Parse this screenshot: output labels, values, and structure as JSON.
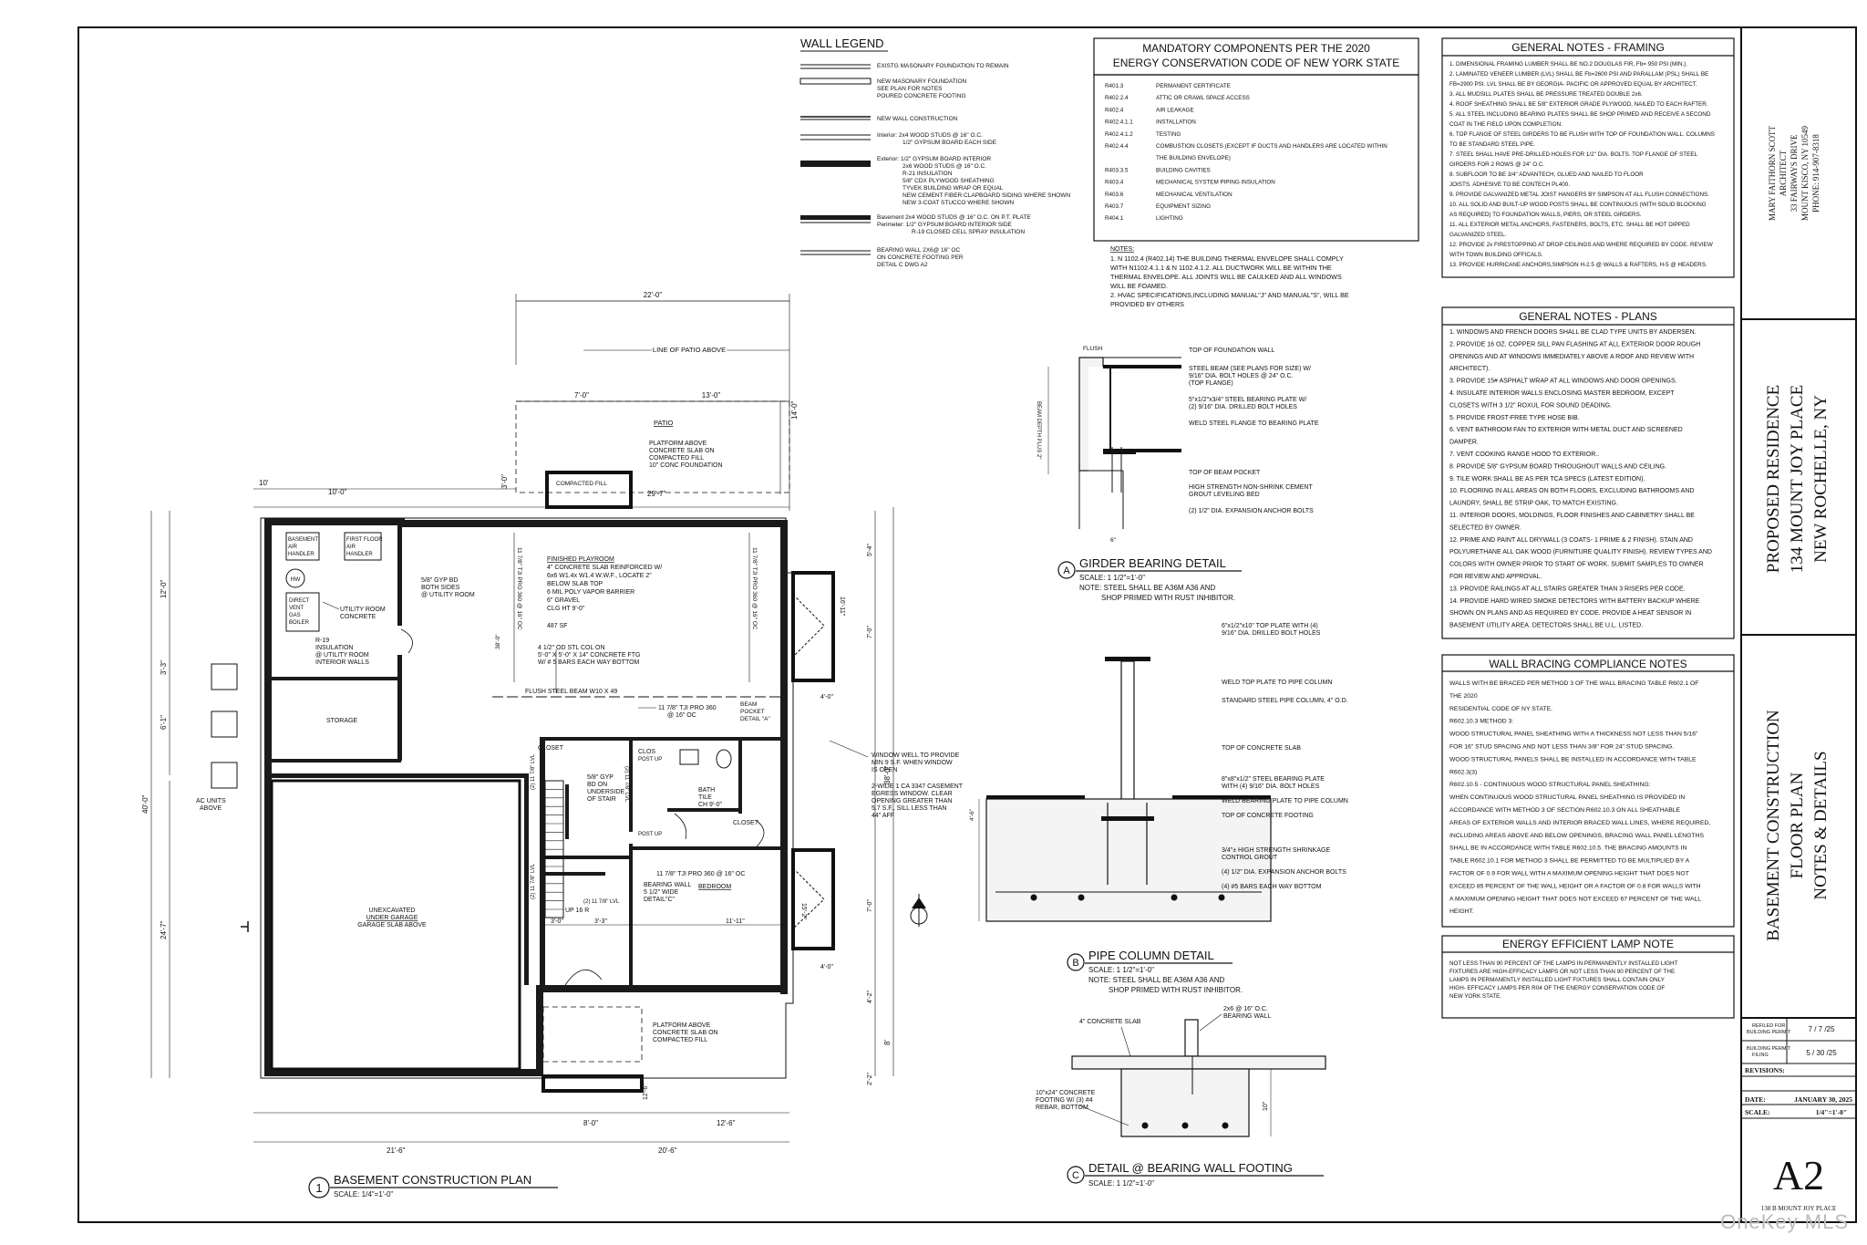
{
  "wall_legend": {
    "title": "WALL LEGEND",
    "items": [
      {
        "lines": [
          "EXISTG MASONARY FOUNDATION TO REMAIN"
        ]
      },
      {
        "lines": [
          "NEW MASONARY FOUNDATION",
          "SEE PLAN FOR NOTES",
          "POURED CONCRETE FOOTING"
        ]
      },
      {
        "lines": [
          "NEW WALL CONSTRUCTION"
        ]
      },
      {
        "lines": [
          "Interior:  2x4 WOOD STUDS @ 16\" O.C.",
          "1/2\" GYPSUM BOARD EACH SIDE"
        ]
      },
      {
        "lines": [
          "Exterior:  1/2\" GYPSUM BOARD INTERIOR",
          "2x6 WOOD STUDS @ 16\" O.C.",
          "R-21 INSULATION",
          "5/8\" CDX PLYWOOD SHEATHING",
          "TYVEK BUILDING WRAP OR EQUAL",
          "NEW CEMENT FIBER CLAPBOARD SIDING WHERE SHOWN",
          "NEW 3-COAT STUCCO WHERE SHOWN"
        ]
      },
      {
        "lines": [
          "Basement  2x4 WOOD STUDS @ 16\" O.C. ON P.T. PLATE",
          "Perimeter:  1/2\" GYPSUM BOARD INTERIOR SIDE",
          "R-19 CLOSED CELL SPRAY INSULATION"
        ]
      },
      {
        "lines": [
          "BEARING WALL 2X6@ 16\" OC",
          "ON CONCRETE FOOTING PER",
          "DETAIL C DWG A2"
        ]
      }
    ]
  },
  "mandatory": {
    "title_1": "MANDATORY COMPONENTS PER THE 2020",
    "title_2": "ENERGY CONSERVATION CODE OF NEW YORK STATE",
    "rows": [
      {
        "code": "R401.3",
        "desc": "PERMANENT CERTIFICATE"
      },
      {
        "code": "R402.2.4",
        "desc": "ATTIC OR CRAWL SPACE ACCESS"
      },
      {
        "code": "R402.4",
        "desc": "AIR LEAKAGE"
      },
      {
        "code": "R402.4.1.1",
        "desc": "INSTALLATION"
      },
      {
        "code": "R402.4.1.2",
        "desc": "TESTING"
      },
      {
        "code": "R402.4.4",
        "desc": "COMBUSTION CLOSETS (EXCEPT IF DUCTS AND HANDLERS ARE LOCATED WITHIN"
      },
      {
        "code": "",
        "desc": "THE BUILDING ENVELOPE)"
      },
      {
        "code": "R403.3.5",
        "desc": "BUILDING CAVITIES"
      },
      {
        "code": "R403.4",
        "desc": "MECHANICAL SYSTEM PIPING INSULATION"
      },
      {
        "code": "R403.6",
        "desc": "MECHANICAL VENTILATION"
      },
      {
        "code": "R403.7",
        "desc": "EQUIPMENT SIZING"
      },
      {
        "code": "R404.1",
        "desc": "LIGHTING"
      }
    ],
    "notes_label": "NOTES:",
    "notes": [
      "1. N 1102.4 (R402.14) THE BUILDING THERMAL ENVELOPE SHALL COMPLY",
      "WITH N1102.4.1.1 & N 1102.4.1.2. ALL DUCTWORK WILL BE WITHIN THE",
      "THERMAL ENVELOPE. ALL JOINTS WILL BE CAULKED AND ALL WINDOWS",
      "WILL BE FOAMED.",
      "2. HVAC SPECIFICATIONS,INCLUDING MANUAL\"J\" AND MANUAL\"S\", WILL BE",
      "PROVIDED BY OTHERS"
    ]
  },
  "notes_framing": {
    "title": "GENERAL NOTES - FRAMING",
    "lines": [
      "1. DIMENSIONAL FRAMING LUMBER SHALL BE NO.2 DOUGLAS FIR, Fb= 950 PSI (MIN.).",
      "2. LAMINATED VENEER LUMBER (LVL) SHALL BE Fb=2600 PSI AND PARALLAM (PSL) SHALL BE",
      "FB=2900 PSI. LVL SHALL BE BY GEORGIA- PACIFIC OR APPROVED EQUAL BY ARCHITECT.",
      "3. ALL MUDSILL PLATES SHALL BE PRESSURE TREATED DOUBLE 2x6.",
      "4. ROOF SHEATHING SHALL BE 5/8\" EXTERIOR GRADE PLYWOOD, NAILED TO EACH RAFTER.",
      "5. ALL STEEL INCLUDING BEARING PLATES SHALL BE SHOP PRIMED AND RECEIVE A SECOND",
      "COAT IN THE FIELD UPON COMPLETION.",
      "6. TOP FLANGE OF STEEL GIRDERS TO BE FLUSH WITH TOP OF FOUNDATION WALL. COLUMNS",
      "TO BE STANDARD STEEL PIPE.",
      "7. STEEL SHALL HAVE PRE-DRILLED HOLES FOR 1/2\" DIA. BOLTS. TOP FLANGE OF STEEL",
      "GIRDERS FOR 2 ROWS @ 24\" O.C.",
      "8. SUBFLOOR TO BE 3/4\" ADVANTECH, GLUED AND NAILED TO FLOOR",
      "JOISTS. ADHESIVE TO BE CONTECH PL400.",
      "9. PROVIDE GALVANIZED METAL JOIST HANGERS BY SIMPSON AT ALL FLUSH CONNECTIONS.",
      "10. ALL SOLID AND BUILT-UP WOOD POSTS SHALL BE CONTINUOUS (WITH SOLID BLOCKING",
      "AS  REQUIRED) TO FOUNDATION WALLS, PIERS, OR STEEL GIRDERS.",
      "11. ALL EXTERIOR METAL ANCHORS, FASTENERS,  BOLTS, ETC.  SHALL BE HOT DIPPED",
      "GALVANIZED STEEL.",
      "12. PROVIDE 2x FIRESTOPPING AT DROP CEILINGS AND WHERE REQUIRED BY CODE. REVIEW",
      "WITH TOWN BUILDING OFFICALS.",
      "13. PROVIDE HURRICANE ANCHORS,SIMPSON H-2.5 @ WALLS & RAFTERS, H-5 @ HEADERS."
    ]
  },
  "notes_plans": {
    "title": "GENERAL NOTES - PLANS",
    "lines": [
      "1. WINDOWS AND FRENCH DOORS SHALL BE CLAD TYPE UNITS BY ANDERSEN.",
      "2. PROVIDE 16 OZ. COPPER SILL PAN FLASHING AT ALL EXTERIOR DOOR ROUGH",
      "OPENINGS AND AT WINDOWS IMMEDIATELY ABOVE A ROOF AND REVIEW WITH",
      "ARCHITECT).",
      "3. PROVIDE 15# ASPHALT WRAP AT ALL WINDOWS AND DOOR OPENINGS.",
      "4. INSULATE INTERIOR WALLS ENCLOSING MASTER BEDROOM, EXCEPT",
      "CLOSETS WITH 3 1/2\" ROXUL FOR SOUND DEADING.",
      "5. PROVIDE FROST-FREE TYPE HOSE BIB.",
      "6. VENT BATHROOM FAN TO EXTERIOR WITH  METAL DUCT AND SCREENED",
      "DAMPER.",
      "7. VENT COOKING RANGE HOOD TO EXTERIOR..",
      "8. PROVIDE 5/8\" GYPSUM BOARD THROUGHOUT WALLS AND CEILING.",
      "9. TILE WORK SHALL BE AS PER TCA SPECS (LATEST EDITION).",
      "10. FLOORING IN ALL AREAS ON BOTH FLOORS, EXCLUDING BATHROOMS AND",
      "LAUNDRY, SHALL BE STRIP OAK, TO MATCH EXISTING.",
      "11. INTERIOR DOORS, MOLDINGS, FLOOR FINISHES AND CABINETRY SHALL BE",
      "SELECTED BY OWNER.",
      "12. PRIME AND PAINT ALL DRYWALL (3 COATS- 1 PRIME & 2 FINISH). STAIN AND",
      "POLYURETHANE ALL OAK WOOD (FURNITURE QUALITY FINISH). REVIEW TYPES AND",
      "COLORS WITH OWNER PRIOR TO START OF WORK. SUBMIT SAMPLES TO OWNER",
      "FOR REVIEW AND APPROVAL.",
      "13. PROVIDE RAILINGS AT ALL STAIRS GREATER THAN 3 RISERS PER CODE.",
      "14. PROVIDE HARD WIRED SMOKE DETECTORS WITH BATTERY BACKUP WHERE",
      "SHOWN ON PLANS AND AS REQUIRED BY CODE. PROVIDE A HEAT SENSOR IN",
      "BASEMENT UTILITY AREA. DETECTORS SHALL BE U.L. LISTED."
    ]
  },
  "wall_bracing": {
    "title": "WALL BRACING COMPLIANCE NOTES",
    "lines": [
      "WALLS WITH BE BRACED PER METHOD 3 OF THE WALL BRACING TABLE R602.1 OF",
      "THE 2020",
      "RESIDENTIAL CODE OF NY STATE.",
      "R602.10.3 METHOD 3:",
      "WOOD STRUCTURAL PANEL SHEATHING WITH A THICKNESS NOT LESS THAN 5/16\"",
      "FOR 16\" STUD SPACING AND NOT LESS THAN 3/8\" FOR 24\" STUD SPACING.",
      "WOOD STRUCTURAL PANELS SHALL BE INSTALLED IN ACCORDANCE WITH TABLE",
      "R602.3(3)",
      "R602.10.5 - CONTINUOUS WOOD STRUCTURAL PANEL SHEATHING:",
      "WHEN CONTINUOUS WOOD STRUCTURAL PANEL SHEATHING IS PROVIDED IN",
      "ACCORDANCE WITH METHOD 3 OF SECTION R602.10.3 ON ALL SHEATHABLE",
      "AREAS OF EXTERIOR WALLS AND INTERIOR BRACED WALL LINES, WHERE REQUIRED,",
      "INCLUDING AREAS ABOVE AND BELOW OPENINGS, BRACING WALL PANEL LENGTHS",
      "SHALL BE IN ACCORDANCE WITH TABLE R602.10.5.  THE BRACING AMOUNTS IN",
      "TABLE R602.10.1 FOR METHOD 3 SHALL BE PERMITTED TO BE MULTIPLIED BY A",
      "FACTOR OF 0.9 FOR WALL WITH A MAXIMUM OPENING HEIGHT THAT DOES NOT",
      "EXCEED 85 PERCENT OF THE WALL HEIGHT OR A FACTOR OF 0.8 FOR WALLS WITH",
      "A MAXIMUM OPENING HEIGHT THAT DOES NOT EXCEED 67 PERCENT OF THE WALL",
      "HEIGHT."
    ]
  },
  "energy_lamp": {
    "title": "ENERGY EFFICIENT LAMP NOTE",
    "lines": [
      "NOT LESS THAN 90 PERCENT OF THE LAMPS IN PERMANENTLY INSTALLED LIGHT",
      "FIXTURES ARE HIGH-EFFICACY LAMPS OR NOT LESS THAN 90 PERCENT OF THE",
      "LAMPS IN PERMANENTLY INSTALLED LIGHT FIXTURES SHALL CONTAIN ONLY",
      "HIGH- EFFICACY LAMPS PER R04 OF THE ENERGY CONSERVATION CODE OF",
      "NEW YORK STATE."
    ]
  },
  "architect": {
    "lines": [
      "MARY FAITHORN SCOTT",
      "ARCHITECT",
      "33 FAIRWAYS DRIVE",
      "MOUNT KISCO, NY 10549",
      "PHONE: 914-907-8318"
    ]
  },
  "project": {
    "lines": [
      "PROPOSED RESIDENCE",
      "134 MOUNT JOY PLACE",
      "NEW ROCHELLE, NY"
    ]
  },
  "sheet_title": {
    "lines": [
      "BASEMENT CONSTRUCTION",
      "FLOOR PLAN",
      "NOTES & DETAILS"
    ]
  },
  "title_block": {
    "refiled_label_1": "REFILED FOR",
    "refiled_label_2": "BUILDING PERMIT",
    "refiled_date": "7 / 7 /25",
    "filing_label_1": "BUILDING PERMIT",
    "filing_label_2": "FILING",
    "filing_date": "5 / 30 /25",
    "revisions": "REVISIONS:",
    "date_label": "DATE:",
    "date_value": "JANUARY 30, 2025",
    "scale_label": "SCALE:",
    "scale_value": "1/4\"=1'-0\"",
    "sheet_no": "A2",
    "sheet_caption": "138 B MOUNT JOY PLACE"
  },
  "plan": {
    "title": "BASEMENT CONSTRUCTION PLAN",
    "number": "1",
    "scale": "SCALE: 1/4\"=1'-0\"",
    "rooms": {
      "playroom_1": "FINISHED PLAYROOM",
      "playroom_2": "4\" CONCRETE SLAB REINFORCED W/",
      "playroom_3": "6x6 W1.4x W1.4 W.W.F., LOCATE 2\"",
      "playroom_4": "BELOW SLAB TOP",
      "playroom_5": "6 MIL POLY VAPOR BARRIER",
      "playroom_6": "6\" GRAVEL",
      "playroom_7": "CLG HT 9'-0\"",
      "playroom_area": "487 SF",
      "utility_1": "UTILITY ROOM",
      "utility_2": "CONCRETE",
      "storage": "STORAGE",
      "garage_1": "UNEXCAVATED",
      "garage_2": "UNDER GARAGE",
      "garage_3": "GARAGE SLAB ABOVE",
      "bedroom": "BEDROOM",
      "bath_1": "BATH",
      "bath_2": "TILE",
      "bath_3": "CH 9'-0\"",
      "closet_1": "CLOSET",
      "closet_2": "CLOSET",
      "clos": "CLOS",
      "patio": "PATIO",
      "compacted": "COMPACTED FILL"
    },
    "equipment": {
      "bah_1": "BASEMENT",
      "bah_2": "AIR",
      "bah_3": "HANDLER",
      "ffah_1": "FIRST FLOOR",
      "ffah_2": "AIR",
      "ffah_3": "HANDLER",
      "hw": "HW",
      "boiler_1": "DIRECT",
      "boiler_2": "VENT",
      "boiler_3": "GAS",
      "boiler_4": "BOILER",
      "ac_1": "AC UNITS",
      "ac_2": "ABOVE"
    },
    "notes": {
      "gyp_1": "5/8\" GYP BD",
      "gyp_2": "BOTH SIDES",
      "gyp_3": "@ UTILITY ROOM",
      "r19_1": "R-19",
      "r19_2": "INSULATION",
      "r19_3": "@ UTILITY ROOM",
      "r19_4": "INTERIOR WALLS",
      "col_1": "4 1/2\" OD STL COL ON",
      "col_2": "5'-0\" X 5'-0\" X 14\" CONCRETE FTG",
      "col_3": "W/ # 5 BARS EACH WAY BOTTOM",
      "beam": "FLUSH  STEEL BEAM W10 X 49",
      "pocket_1": "BEAM",
      "pocket_2": "POCKET",
      "pocket_3": "DETAIL \"A\"",
      "tji_1": "11 7/8\" TJI PRO 360",
      "tji_2": "@ 16\" OC",
      "tji_3": "11 7/8\" TJI PRO 360 @ 16\" OC",
      "tji_v1": "11 7/8\" TJI PRO 360 @ 16\" OC",
      "tji_v2": "11 7/8\" TJI PRO 360 @ 16\" OC",
      "lvl_1": "(2) 11 7/8\" LVL",
      "lvl_2": "(2) 11 7/8\" LVL",
      "lvl_3": "(2) 11 7/8\" LVL",
      "lvl_4": "(2) 11 7/8\" LVL",
      "stair_1": "5/8\" GYP",
      "stair_2": "BD ON",
      "stair_3": "UNDERSIDE",
      "stair_4": "OF STAIR",
      "post_1": "POST UP",
      "post_2": "POST UP",
      "bw_1": "BEARING WALL",
      "bw_2": "5 1/2\" WIDE",
      "bw_3": "DETAIL\"C\"",
      "up": "UP 16 R",
      "ww_1": "WINDOW WELL TO PROVIDE",
      "ww_2": "MIN 9 S.F. WHEN WINDOW",
      "ww_3": "IS OPEN",
      "eg_1": "2-WIDE 1 CA 3347 CASEMENT",
      "eg_2": "EGRESS WINDOW. CLEAR",
      "eg_3": "OPENING GREATER THAN",
      "eg_4": "5.7 S.F., SILL LESS THAN",
      "eg_5": "44\" AFF",
      "pf_1": "PLATFORM ABOVE",
      "pf_2": "CONCRETE SLAB ON",
      "pf_3": "COMPACTED FILL",
      "pf_4": "10\" CONC FOUNDATION",
      "pf2_1": "PLATFORM ABOVE",
      "pf2_2": "CONCRETE SLAB ON",
      "pf2_3": "COMPACTED FILL",
      "patio_line": "LINE OF PATIO ABOVE"
    },
    "dims": {
      "d22": "22'-0\"",
      "d7": "7'-0\"",
      "d13": "13'-0\"",
      "d14": "14'-0\"",
      "d10": "10'",
      "d10b": "10'-0\"",
      "d3": "3'-0\"",
      "d29": "29'-7\"",
      "d40": "40'-0\"",
      "d38": "38'-0\"",
      "d24": "24'-7\"",
      "d12": "12'-0\"",
      "d8": "8'-0\"",
      "d12b": "12'-6\"",
      "d21": "21'-6\"",
      "d20": "20'-6\"",
      "d16": "16'-11\"",
      "d11": "11'-11\"",
      "d3b": "3'-3\"",
      "d3c": "3'-0\"",
      "d4": "4'-0\"",
      "d4b": "4'-0\"",
      "d5": "5'-4\"",
      "d6": "6'-1\"",
      "d7b": "7'-0\"",
      "d8b": "8'",
      "d2": "2'-2\"",
      "d15": "15'-2\"",
      "d4c": "4'-2\"",
      "d1": "10'"
    }
  },
  "detail_a": {
    "letter": "A",
    "title": "GIRDER BEARING DETAIL",
    "scale": "SCALE: 1 1/2\"=1'-0\"",
    "note_1": "NOTE: STEEL SHALL BE A36M A36 AND",
    "note_2": "SHOP PRIMED WITH RUST INHIBITOR.",
    "flush": "FLUSH",
    "depth": "BEAM DEPTH PLUS 2\"",
    "dim": "6\"",
    "labels": [
      "TOP OF FOUNDATION WALL",
      "STEEL BEAM (SEE PLANS FOR SIZE) W/",
      "9/16\" DIA. BOLT HOLES @ 24\" O.C.",
      "(TOP FLANGE)",
      "5\"x1/2\"x3/4\" STEEL BEARING PLATE W/",
      "(2) 9/16\" DIA. DRILLED BOLT HOLES",
      "WELD STEEL FLANGE TO BEARING PLATE",
      "TOP OF BEAM POCKET",
      "HIGH STRENGTH NON-SHRINK CEMENT",
      "GROUT LEVELING BED",
      "(2) 1/2\" DIA. EXPANSION ANCHOR BOLTS"
    ]
  },
  "detail_b": {
    "letter": "B",
    "title": "PIPE COLUMN DETAIL",
    "scale": "SCALE: 1 1/2\"=1'-0\"",
    "note_1": "NOTE: STEEL SHALL BE A36M A36 AND",
    "note_2": "SHOP PRIMED WITH RUST INHIBITOR.",
    "dim": "4'-6\"",
    "labels": [
      "6\"x1/2\"x10\" TOP PLATE WITH (4)",
      "9/16\" DIA. DRILLED BOLT HOLES",
      "WELD TOP PLATE TO PIPE COLUMN",
      "STANDARD STEEL PIPE COLUMN, 4\" O.D.",
      "TOP OF CONCRETE SLAB",
      "8\"x8\"x1/2\" STEEL BEARING PLATE",
      "WITH (4) 9/16\" DIA. BOLT HOLES",
      "WELD BEARING PLATE TO PIPE COLUMN",
      "TOP OF CONCRETE FOOTING",
      "3/4\"± HIGH STRENGTH SHRINKAGE",
      "CONTROL GROUT",
      "(4) 1/2\" DIA. EXPANSION ANCHOR BOLTS",
      "(4) #5 BARS EACH WAY BOTTOM"
    ]
  },
  "detail_c": {
    "letter": "C",
    "title": "DETAIL @ BEARING WALL FOOTING",
    "scale": "SCALE: 1 1/2\"=1'-0\"",
    "slab": "4\" CONCRETE SLAB",
    "wall_1": "2x6 @ 16\" O.C.",
    "wall_2": "BEARING WALL",
    "ftg_1": "10\"x24\" CONCRETE",
    "ftg_2": "FOOTING W/ (3) #4",
    "ftg_3": "REBAR, BOTTOM",
    "dim": "10\""
  },
  "watermark": "OneKey MLS"
}
